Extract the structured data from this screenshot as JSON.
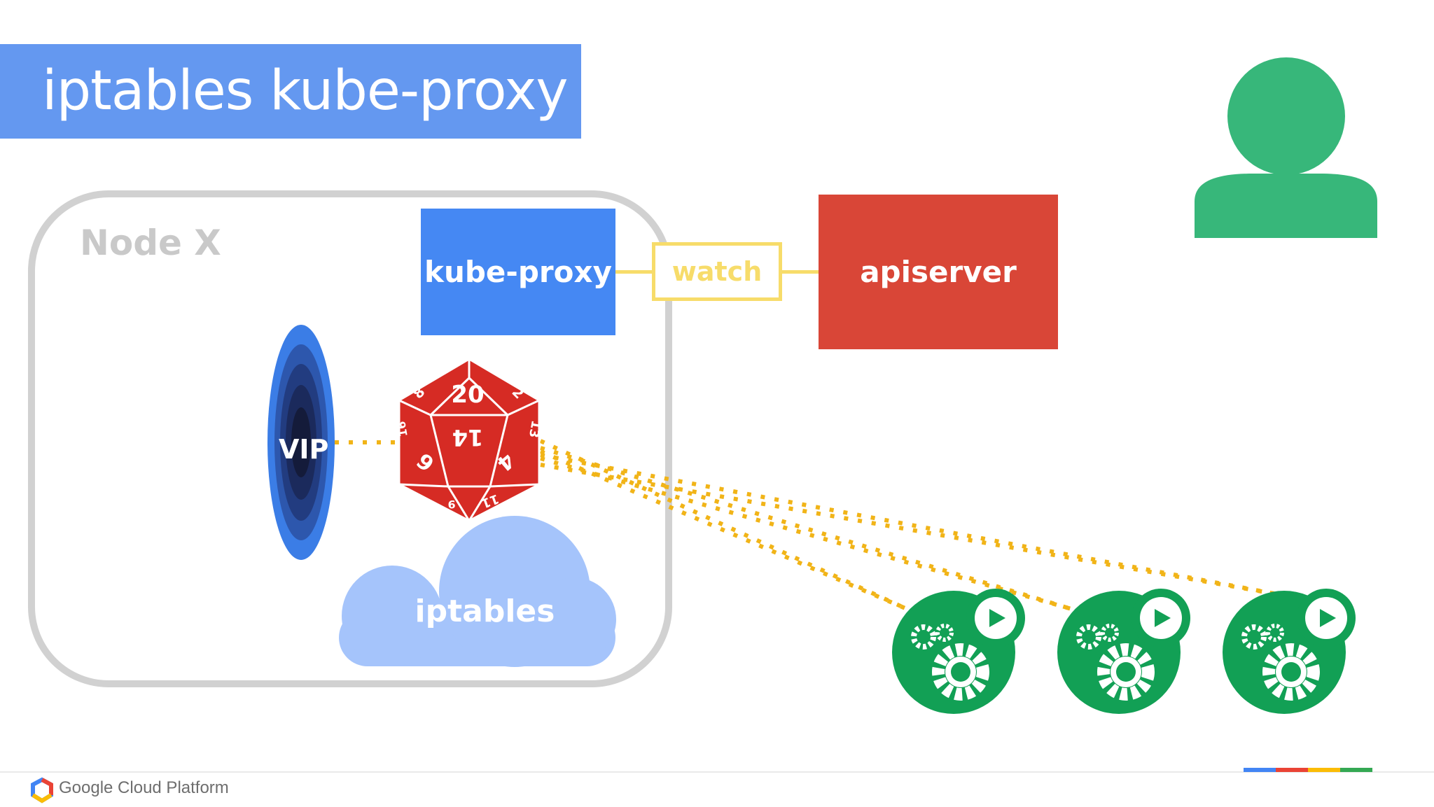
{
  "slide": {
    "title": "iptables kube-proxy"
  },
  "diagram": {
    "node_label": "Node X",
    "kube_proxy_label": "kube-proxy",
    "watch_label": "watch",
    "apiserver_label": "apiserver",
    "vip_label": "VIP",
    "iptables_label": "iptables",
    "dice_faces": [
      "20",
      "2",
      "8",
      "14",
      "6",
      "4",
      "13",
      "16",
      "9",
      "11"
    ],
    "pod_count": 3
  },
  "footer": {
    "logo_text": "Google Cloud Platform"
  },
  "colors": {
    "title_bar": "#6498f0",
    "kube_proxy": "#4588f3",
    "apiserver": "#d94637",
    "watch": "#f7dc6a",
    "dotted_line": "#f1b418",
    "pod_green": "#12a055",
    "user_green": "#37b77a",
    "cloud": "#a5c4fb",
    "dice_red": "#d62b24"
  },
  "icons": [
    "user-icon",
    "d20-dice-icon",
    "vip-portal-icon",
    "cloud-icon",
    "pod-gears-icon",
    "play-icon",
    "google-cloud-logo-icon"
  ]
}
